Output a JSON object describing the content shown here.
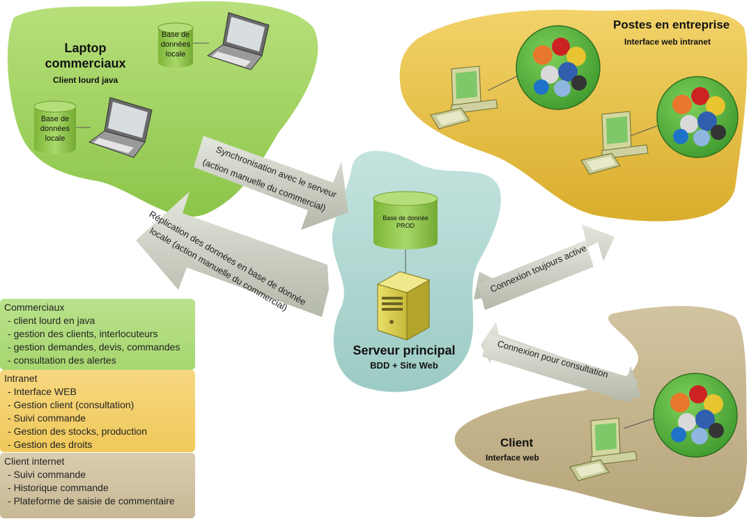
{
  "zones": {
    "laptops": {
      "title_line1": "Laptop",
      "title_line2": "commerciaux",
      "subtitle": "Client lourd java",
      "db1_line1": "Base de",
      "db1_line2": "données",
      "db1_line3": "locale",
      "db2_line1": "Base de",
      "db2_line2": "données",
      "db2_line3": "locale"
    },
    "enterprise": {
      "title": "Postes en entreprise",
      "subtitle": "Interface web intranet"
    },
    "server": {
      "title": "Serveur principal",
      "subtitle": "BDD + Site Web",
      "db_line1": "Base de donnée",
      "db_line2": "PROD"
    },
    "client": {
      "title": "Client",
      "subtitle": "Interface web"
    }
  },
  "arrows": {
    "sync_line1": "Synchronisation avec le serveur",
    "sync_line2": "(action manuelle du commercial)",
    "repl_line1": "Réplication des données en base de donnée",
    "repl_line2": "locale (action manuelle du commercial)",
    "always_active": "Connexion toujours active",
    "consultation": "Connexion pour consultation"
  },
  "legend": {
    "commerciaux": {
      "title": "Commerciaux",
      "items": [
        "client lourd en java",
        "gestion des clients, interlocuteurs",
        "gestion demandes, devis, commandes",
        "consultation des alertes"
      ]
    },
    "intranet": {
      "title": "Intranet",
      "items": [
        "Interface WEB",
        "Gestion client (consultation)",
        "Suivi commande",
        "Gestion des stocks, production",
        "Gestion des droits"
      ]
    },
    "client_internet": {
      "title": "Client internet",
      "items": [
        "Suivi commande",
        "Historique commande",
        "Plateforme de saisie de commentaire"
      ]
    }
  },
  "colors": {
    "laptop_zone": "#9ccf58",
    "enterprise_zone": "#e3bd3e",
    "server_zone": "#aed6d0",
    "client_zone": "#c4b48e",
    "arrow_fill": "#c8ccc0",
    "db_green": "#8cc63f",
    "browser_circle": "#66bb44"
  }
}
